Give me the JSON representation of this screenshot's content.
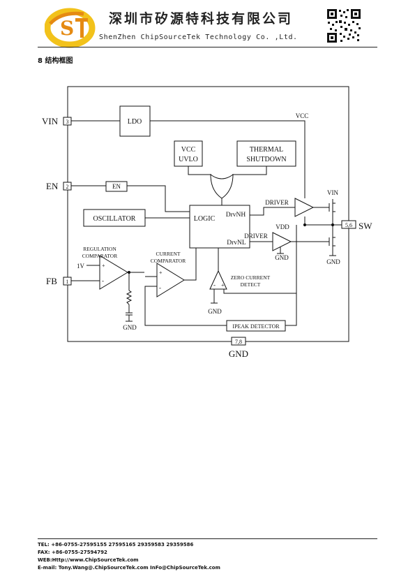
{
  "header": {
    "company_cn": "深圳市矽源特科技有限公司",
    "company_en": "ShenZhen ChipSourceTek Technology Co. ,Ltd."
  },
  "section": {
    "title": "8  结构框图"
  },
  "diagram": {
    "pins": {
      "vin": {
        "name": "VIN",
        "num": "3"
      },
      "en": {
        "name": "EN",
        "num": "2"
      },
      "fb": {
        "name": "FB",
        "num": "1"
      },
      "sw": {
        "name": "SW",
        "num": "5,6"
      },
      "gnd": {
        "name": "GND",
        "num": "7,8"
      }
    },
    "blocks": {
      "ldo": "LDO",
      "vcc_uvlo_1": "VCC",
      "vcc_uvlo_2": "UVLO",
      "thermal_1": "THERMAL",
      "thermal_2": "SHUTDOWN",
      "en_buffer": "EN",
      "oscillator": "OSCILLATOR",
      "logic": "LOGIC",
      "drvnh": "DrvNH",
      "drvnl": "DrvNL",
      "ipeak": "IPEAK DETECTOR"
    },
    "labels": {
      "vcc": "VCC",
      "driver_high": "DRIVER",
      "driver_low": "DRIVER",
      "vin_top": "VIN",
      "vdd": "VDD",
      "gnd_vdd": "GND",
      "gnd_lowside": "GND",
      "reg_comp_1": "REGULATION",
      "reg_comp_2": "COMPARATOR",
      "ref_1v": "1V",
      "cur_comp_1": "CURRENT",
      "cur_comp_2": "COMPARATOR",
      "zero_1": "ZERO CURRENT",
      "zero_2": "DETECT",
      "gnd_zero": "GND",
      "gnd_fb": "GND",
      "plus": "+",
      "minus": "-"
    }
  },
  "footer": {
    "tel": "TEL: +86-0755-27595155 27595165 29359583 29359586",
    "fax": "FAX: +86-0755-27594792",
    "web": "WEB:Http://www.ChipSourceTek.com",
    "email": "E-mail: Tony.Wang@.ChipSourceTek.com      InFo@ChipSourceTek.com"
  },
  "colors": {
    "logo_yellow": "#F2C21B",
    "logo_orange": "#E58A12",
    "ink": "#111111"
  }
}
